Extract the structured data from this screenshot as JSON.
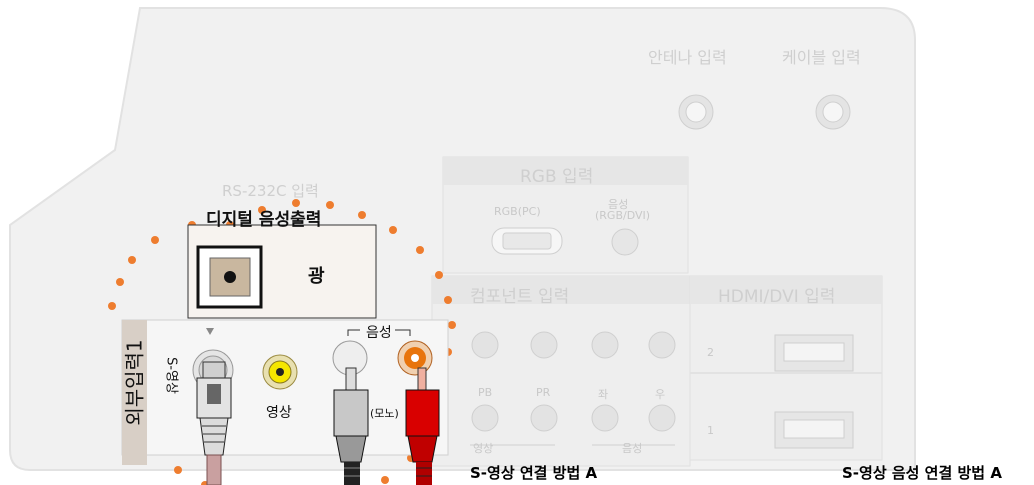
{
  "labels": {
    "antenna": "안테나 입력",
    "cable": "케이블 입력",
    "rgb_title": "RGB 입력",
    "rgb_pc": "RGB(PC)",
    "rgb_audio_1": "음성",
    "rgb_audio_2": "(RGB/DVI)",
    "rs232c": "RS-232C 입력",
    "digital_audio": "디지털 음성출력",
    "optical": "광",
    "component_title": "컴포넌트 입력",
    "hdmi_title": "HDMI/DVI 입력",
    "hdmi_2": "2",
    "hdmi_1": "1",
    "pb": "PB",
    "pr": "PR",
    "left": "좌",
    "right": "우",
    "comp_video": "영상",
    "comp_audio": "음성",
    "ext_input": "외부입력1",
    "s_video": "S-영상",
    "video": "영상",
    "audio": "음성",
    "mono": "(모노)"
  },
  "captions": {
    "method_a": "S-영상 연결 방법 A",
    "audio_method_a": "S-영상 음성 연결 방법 A"
  },
  "colors": {
    "panel_bg": "#f2f2f2",
    "highlight_dots": "#ee7d2f",
    "video_jack": "#f5e600",
    "audio_r_jack": "#e8740c",
    "red_plug": "#d90000"
  }
}
